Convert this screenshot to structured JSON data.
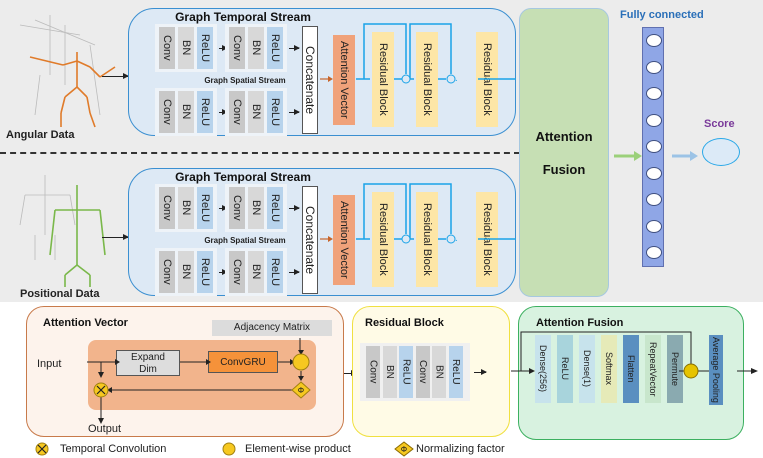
{
  "top_section": {
    "angular_label": "Angular Data",
    "positional_label": "Positional Data",
    "streams": [
      {
        "temporal_title": "Graph Temporal Stream",
        "spatial_title": "Graph Spatial Stream",
        "layers": [
          "Conv",
          "BN",
          "ReLU"
        ],
        "concat_label": "Concatenate",
        "attention_label": "Attention Vector",
        "residual_label": "Residual Block",
        "ellipsis": "···"
      },
      {
        "temporal_title": "Graph Temporal Stream",
        "spatial_title": "Graph Spatial Stream",
        "layers": [
          "Conv",
          "BN",
          "ReLU"
        ],
        "concat_label": "Concatenate",
        "attention_label": "Attention Vector",
        "residual_label": "Residual Block",
        "ellipsis": "···"
      }
    ],
    "fusion_line1": "Attention",
    "fusion_line2": "Fusion",
    "fc_label": "Fully connected",
    "fc_nodes": 9,
    "score_label": "Score"
  },
  "attention_panel": {
    "title": "Attention Vector",
    "adjacency": "Adjacency Matrix",
    "input": "Input",
    "expand1": "Expand",
    "expand2": "Dim",
    "convgru": "ConvGRU",
    "output": "Output",
    "dot": "·",
    "phi": "Φ"
  },
  "residual_panel": {
    "title": "Residual Block",
    "layers": [
      "Conv",
      "BN",
      "ReLU",
      "Conv",
      "BN",
      "ReLU"
    ]
  },
  "fusion_panel": {
    "title": "Attention Fusion",
    "layers": [
      "Dense(256)",
      "ReLU",
      "Dense(1)",
      "Softmax",
      "Flatten",
      "RepeatVector",
      "Permute"
    ],
    "pooling": "Average Pooling"
  },
  "legend": {
    "temporal_conv": "Temporal Convolution",
    "elementwise": "Element-wise product",
    "normalizing": "Normalizing factor"
  },
  "colors": {
    "stream_border": "#3a8fd1",
    "arrow_blue": "#1aa3e8",
    "arrow_orange": "#c8652a",
    "attention_panel_border": "#c87a4a",
    "residual_panel_border": "#f0e040",
    "fusion_panel_border": "#3cb060"
  }
}
